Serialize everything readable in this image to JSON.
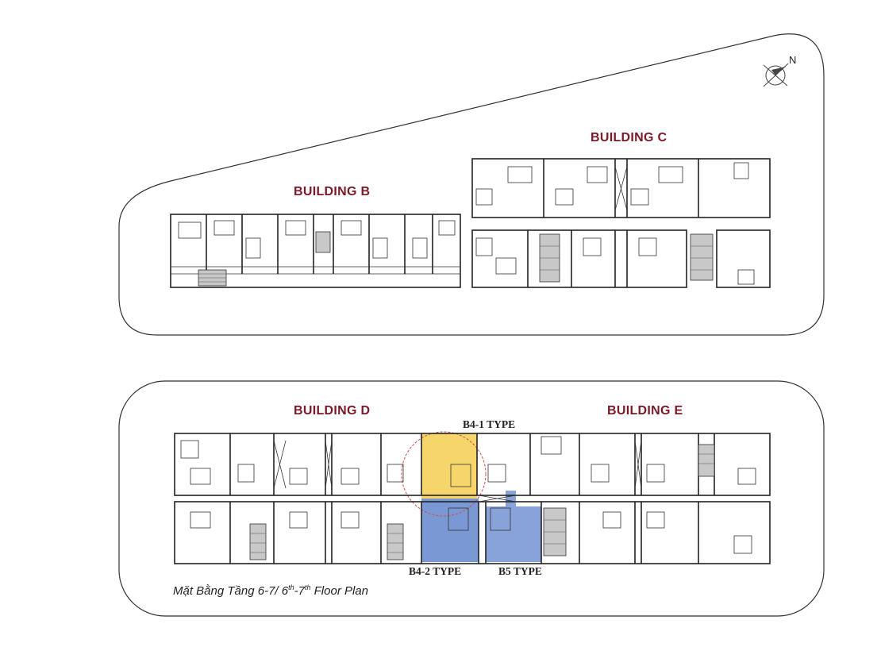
{
  "compass": {
    "label": "N"
  },
  "buildings": {
    "b": {
      "label": "BUILDING B"
    },
    "c": {
      "label": "BUILDING C"
    },
    "d": {
      "label": "BUILDING D"
    },
    "e": {
      "label": "BUILDING E"
    }
  },
  "unit_types": {
    "b4_1": {
      "label": "B4-1 TYPE",
      "color": "#f5d25a"
    },
    "b4_2": {
      "label": "B4-2 TYPE",
      "color": "#6f8fcf"
    },
    "b5": {
      "label": "B5 TYPE",
      "color": "#7d9bd6"
    }
  },
  "caption": {
    "main": "Mặt Bằng Tầng 6-7/ 6",
    "sup1": "th",
    "mid": "-7",
    "sup2": "th",
    "tail": " Floor Plan"
  },
  "colors": {
    "building_label": "#7a1a28",
    "stair_fill": "#c8c8c8",
    "highlight_circle": "#d94a4a"
  }
}
